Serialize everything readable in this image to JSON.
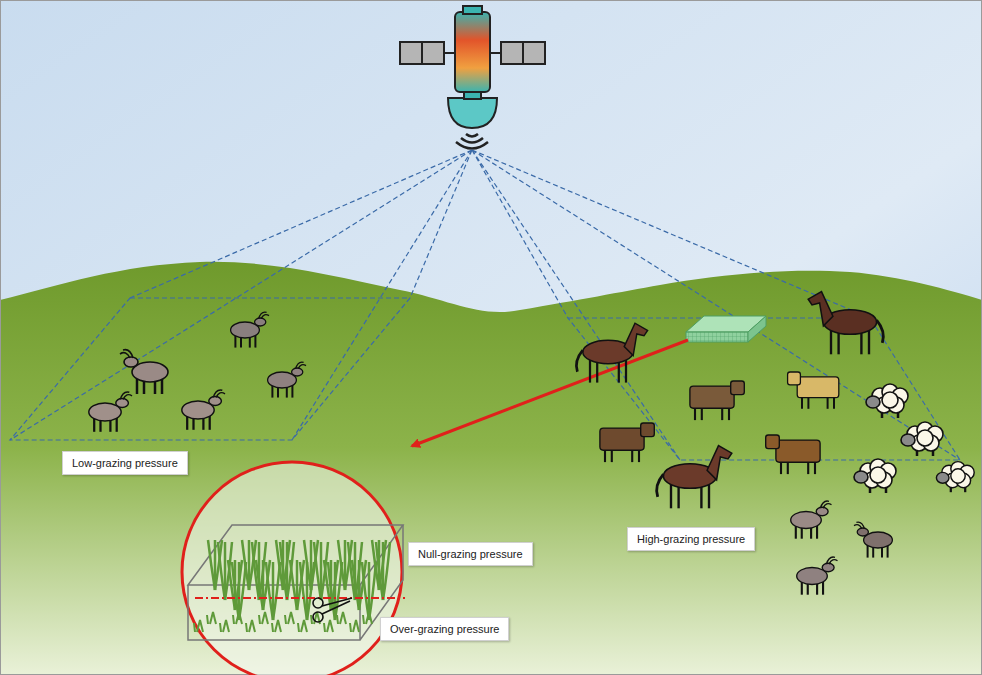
{
  "diagram": {
    "nodes": [
      {
        "text": [
          "Low-grazing pressure"
        ]
      },
      {
        "text": [
          "High-grazing pressure"
        ]
      },
      {
        "text": [
          "Null-grazing pressure"
        ]
      },
      {
        "text": [
          "Over-grazing pressure"
        ]
      }
    ]
  }
}
